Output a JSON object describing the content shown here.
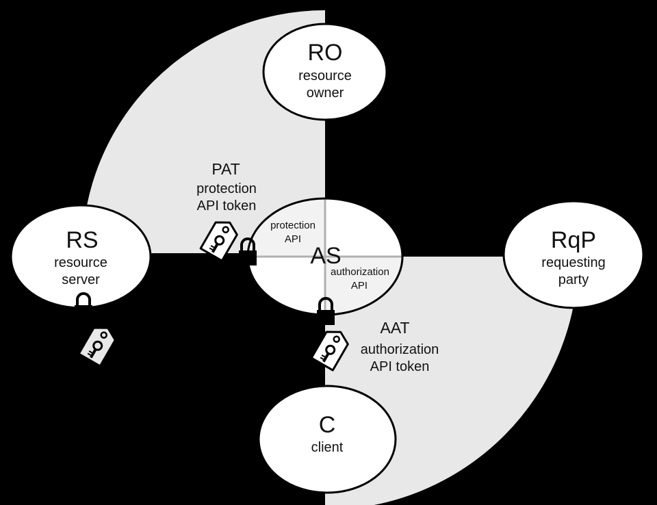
{
  "colors": {
    "background": "#000000",
    "region_fill": "#e8e8e8",
    "node_fill": "#ffffff",
    "as_quadrant_fill": "#f4f4f4",
    "divider": "#b0b0b0"
  },
  "nodes": {
    "ro": {
      "abbr": "RO",
      "line1": "resource",
      "line2": "owner"
    },
    "rs": {
      "abbr": "RS",
      "line1": "resource",
      "line2": "server"
    },
    "rqp": {
      "abbr": "RqP",
      "line1": "requesting",
      "line2": "party"
    },
    "c": {
      "abbr": "C",
      "line1": "client"
    },
    "as": {
      "abbr": "AS",
      "protection_l1": "protection",
      "protection_l2": "API",
      "authorization_l1": "authorization",
      "authorization_l2": "API"
    }
  },
  "tokens": {
    "pat": {
      "abbr": "PAT",
      "line1": "protection",
      "line2": "API token"
    },
    "aat": {
      "abbr": "AAT",
      "line1": "authorization",
      "line2": "API token"
    }
  },
  "icons": [
    "tag-key-icon",
    "padlock-icon"
  ]
}
